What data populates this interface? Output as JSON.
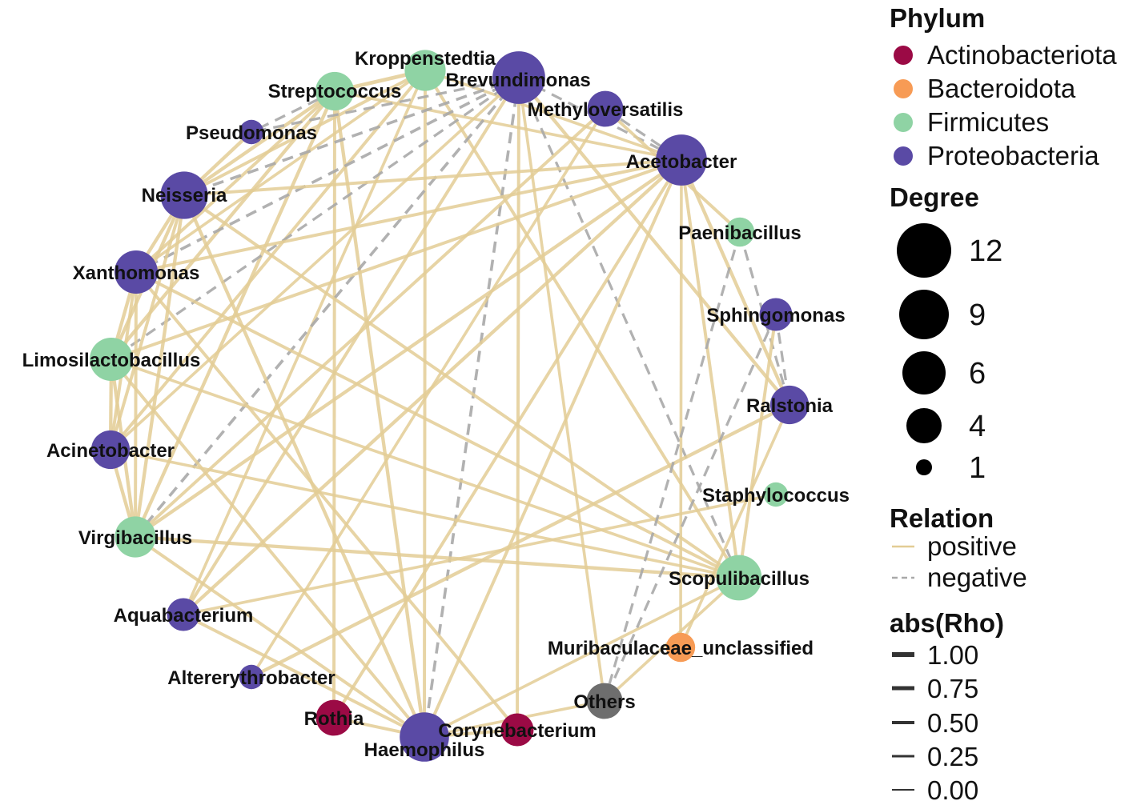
{
  "nodes": [
    {
      "id": "Kroppenstedtia",
      "label": "Kroppenstedtia",
      "phylum": "Firmicutes",
      "degree": 6
    },
    {
      "id": "Brevundimonas",
      "label": "Brevundimonas",
      "phylum": "Proteobacteria",
      "degree": 12
    },
    {
      "id": "Streptococcus",
      "label": "Streptococcus",
      "phylum": "Firmicutes",
      "degree": 5
    },
    {
      "id": "Methyloversatilis",
      "label": "Methyloversatilis",
      "phylum": "Proteobacteria",
      "degree": 4
    },
    {
      "id": "Pseudomonas",
      "label": "Pseudomonas",
      "phylum": "Proteobacteria",
      "degree": 1
    },
    {
      "id": "Acetobacter",
      "label": "Acetobacter",
      "phylum": "Proteobacteria",
      "degree": 11
    },
    {
      "id": "Neisseria",
      "label": "Neisseria",
      "phylum": "Proteobacteria",
      "degree": 9
    },
    {
      "id": "Paenibacillus",
      "label": "Paenibacillus",
      "phylum": "Firmicutes",
      "degree": 2
    },
    {
      "id": "Xanthomonas",
      "label": "Xanthomonas",
      "phylum": "Proteobacteria",
      "degree": 7
    },
    {
      "id": "Sphingomonas",
      "label": "Sphingomonas",
      "phylum": "Proteobacteria",
      "degree": 3
    },
    {
      "id": "Limosilactobacillus",
      "label": "Limosilactobacillus",
      "phylum": "Firmicutes",
      "degree": 7
    },
    {
      "id": "Ralstonia",
      "label": "Ralstonia",
      "phylum": "Proteobacteria",
      "degree": 5
    },
    {
      "id": "Acinetobacter",
      "label": "Acinetobacter",
      "phylum": "Proteobacteria",
      "degree": 5
    },
    {
      "id": "Staphylococcus",
      "label": "Staphylococcus",
      "phylum": "Firmicutes",
      "degree": 1
    },
    {
      "id": "Virgibacillus",
      "label": "Virgibacillus",
      "phylum": "Firmicutes",
      "degree": 6
    },
    {
      "id": "Scopulibacillus",
      "label": "Scopulibacillus",
      "phylum": "Firmicutes",
      "degree": 8
    },
    {
      "id": "Aquabacterium",
      "label": "Aquabacterium",
      "phylum": "Proteobacteria",
      "degree": 3
    },
    {
      "id": "Muribaculaceae_unclassified",
      "label": "Muribaculaceae_unclassified",
      "phylum": "Bacteroidota",
      "degree": 2
    },
    {
      "id": "Altererythrobacter",
      "label": "Altererythrobacter",
      "phylum": "Proteobacteria",
      "degree": 1
    },
    {
      "id": "Others",
      "label": "Others",
      "phylum": "Other",
      "degree": 4
    },
    {
      "id": "Rothia",
      "label": "Rothia",
      "phylum": "Actinobacteriota",
      "degree": 4
    },
    {
      "id": "Corynebacterium",
      "label": "Corynebacterium",
      "phylum": "Actinobacteriota",
      "degree": 3
    },
    {
      "id": "Haemophilus",
      "label": "Haemophilus",
      "phylum": "Proteobacteria",
      "degree": 10
    }
  ],
  "edges": [
    {
      "source": "Streptococcus",
      "target": "Kroppenstedtia",
      "relation": "positive",
      "rho": 0.9
    },
    {
      "source": "Streptococcus",
      "target": "Neisseria",
      "relation": "positive",
      "rho": 0.8
    },
    {
      "source": "Streptococcus",
      "target": "Xanthomonas",
      "relation": "positive",
      "rho": 0.7
    },
    {
      "source": "Streptococcus",
      "target": "Limosilactobacillus",
      "relation": "positive",
      "rho": 0.8
    },
    {
      "source": "Streptococcus",
      "target": "Virgibacillus",
      "relation": "positive",
      "rho": 0.8
    },
    {
      "source": "Streptococcus",
      "target": "Rothia",
      "relation": "positive",
      "rho": 0.7
    },
    {
      "source": "Streptococcus",
      "target": "Haemophilus",
      "relation": "positive",
      "rho": 0.8
    },
    {
      "source": "Streptococcus",
      "target": "Acetobacter",
      "relation": "positive",
      "rho": 0.6
    },
    {
      "source": "Streptococcus",
      "target": "Pseudomonas",
      "relation": "negative",
      "rho": 0.5
    },
    {
      "source": "Kroppenstedtia",
      "target": "Haemophilus",
      "relation": "positive",
      "rho": 0.7
    },
    {
      "source": "Kroppenstedtia",
      "target": "Neisseria",
      "relation": "positive",
      "rho": 0.7
    },
    {
      "source": "Kroppenstedtia",
      "target": "Xanthomonas",
      "relation": "positive",
      "rho": 0.6
    },
    {
      "source": "Kroppenstedtia",
      "target": "Acinetobacter",
      "relation": "positive",
      "rho": 0.7
    },
    {
      "source": "Kroppenstedtia",
      "target": "Acetobacter",
      "relation": "positive",
      "rho": 0.6
    },
    {
      "source": "Kroppenstedtia",
      "target": "Scopulibacillus",
      "relation": "positive",
      "rho": 0.7
    },
    {
      "source": "Kroppenstedtia",
      "target": "Aquabacterium",
      "relation": "positive",
      "rho": 0.6
    },
    {
      "source": "Brevundimonas",
      "target": "Neisseria",
      "relation": "negative",
      "rho": 0.6
    },
    {
      "source": "Brevundimonas",
      "target": "Xanthomonas",
      "relation": "negative",
      "rho": 0.6
    },
    {
      "source": "Brevundimonas",
      "target": "Virgibacillus",
      "relation": "negative",
      "rho": 0.6
    },
    {
      "source": "Brevundimonas",
      "target": "Haemophilus",
      "relation": "negative",
      "rho": 0.6
    },
    {
      "source": "Brevundimonas",
      "target": "Pseudomonas",
      "relation": "negative",
      "rho": 0.5
    },
    {
      "source": "Brevundimonas",
      "target": "Scopulibacillus",
      "relation": "negative",
      "rho": 0.5
    },
    {
      "source": "Brevundimonas",
      "target": "Acetobacter",
      "relation": "negative",
      "rho": 0.5
    },
    {
      "source": "Brevundimonas",
      "target": "Limosilactobacillus",
      "relation": "negative",
      "rho": 0.5
    },
    {
      "source": "Brevundimonas",
      "target": "Ralstonia",
      "relation": "positive",
      "rho": 0.8
    },
    {
      "source": "Brevundimonas",
      "target": "Others",
      "relation": "positive",
      "rho": 0.6
    },
    {
      "source": "Brevundimonas",
      "target": "Corynebacterium",
      "relation": "positive",
      "rho": 0.7
    },
    {
      "source": "Brevundimonas",
      "target": "Aquabacterium",
      "relation": "positive",
      "rho": 0.7
    },
    {
      "source": "Brevundimonas",
      "target": "Acinetobacter",
      "relation": "positive",
      "rho": 0.6
    },
    {
      "source": "Methyloversatilis",
      "target": "Acetobacter",
      "relation": "negative",
      "rho": 0.5
    },
    {
      "source": "Methyloversatilis",
      "target": "Altererythrobacter",
      "relation": "positive",
      "rho": 0.6
    },
    {
      "source": "Methyloversatilis",
      "target": "Virgibacillus",
      "relation": "positive",
      "rho": 0.7
    },
    {
      "source": "Methyloversatilis",
      "target": "Paenibacillus",
      "relation": "positive",
      "rho": 0.7
    },
    {
      "source": "Pseudomonas",
      "target": "Neisseria",
      "relation": "positive",
      "rho": 0.8
    },
    {
      "source": "Acetobacter",
      "target": "Neisseria",
      "relation": "positive",
      "rho": 0.7
    },
    {
      "source": "Acetobacter",
      "target": "Xanthomonas",
      "relation": "positive",
      "rho": 0.7
    },
    {
      "source": "Acetobacter",
      "target": "Limosilactobacillus",
      "relation": "positive",
      "rho": 0.7
    },
    {
      "source": "Acetobacter",
      "target": "Virgibacillus",
      "relation": "positive",
      "rho": 0.8
    },
    {
      "source": "Acetobacter",
      "target": "Aquabacterium",
      "relation": "positive",
      "rho": 0.8
    },
    {
      "source": "Acetobacter",
      "target": "Rothia",
      "relation": "positive",
      "rho": 0.7
    },
    {
      "source": "Acetobacter",
      "target": "Haemophilus",
      "relation": "positive",
      "rho": 0.7
    },
    {
      "source": "Acetobacter",
      "target": "Ralstonia",
      "relation": "positive",
      "rho": 0.8
    },
    {
      "source": "Acetobacter",
      "target": "Muribaculaceae_unclassified",
      "relation": "positive",
      "rho": 0.6
    },
    {
      "source": "Acetobacter",
      "target": "Scopulibacillus",
      "relation": "positive",
      "rho": 0.7
    },
    {
      "source": "Neisseria",
      "target": "Xanthomonas",
      "relation": "positive",
      "rho": 0.8
    },
    {
      "source": "Neisseria",
      "target": "Limosilactobacillus",
      "relation": "positive",
      "rho": 0.8
    },
    {
      "source": "Neisseria",
      "target": "Acinetobacter",
      "relation": "positive",
      "rho": 0.7
    },
    {
      "source": "Neisseria",
      "target": "Virgibacillus",
      "relation": "positive",
      "rho": 0.8
    },
    {
      "source": "Neisseria",
      "target": "Haemophilus",
      "relation": "positive",
      "rho": 0.8
    },
    {
      "source": "Neisseria",
      "target": "Scopulibacillus",
      "relation": "positive",
      "rho": 0.7
    },
    {
      "source": "Xanthomonas",
      "target": "Limosilactobacillus",
      "relation": "positive",
      "rho": 0.8
    },
    {
      "source": "Xanthomonas",
      "target": "Acinetobacter",
      "relation": "positive",
      "rho": 0.7
    },
    {
      "source": "Xanthomonas",
      "target": "Virgibacillus",
      "relation": "positive",
      "rho": 0.7
    },
    {
      "source": "Xanthomonas",
      "target": "Corynebacterium",
      "relation": "positive",
      "rho": 0.7
    },
    {
      "source": "Xanthomonas",
      "target": "Scopulibacillus",
      "relation": "positive",
      "rho": 0.7
    },
    {
      "source": "Limosilactobacillus",
      "target": "Acinetobacter",
      "relation": "positive",
      "rho": 0.8
    },
    {
      "source": "Limosilactobacillus",
      "target": "Virgibacillus",
      "relation": "positive",
      "rho": 0.8
    },
    {
      "source": "Limosilactobacillus",
      "target": "Haemophilus",
      "relation": "positive",
      "rho": 0.7
    },
    {
      "source": "Limosilactobacillus",
      "target": "Scopulibacillus",
      "relation": "positive",
      "rho": 0.6
    },
    {
      "source": "Acinetobacter",
      "target": "Virgibacillus",
      "relation": "positive",
      "rho": 0.8
    },
    {
      "source": "Acinetobacter",
      "target": "Scopulibacillus",
      "relation": "positive",
      "rho": 0.6
    },
    {
      "source": "Virgibacillus",
      "target": "Scopulibacillus",
      "relation": "positive",
      "rho": 0.8
    },
    {
      "source": "Virgibacillus",
      "target": "Haemophilus",
      "relation": "positive",
      "rho": 0.7
    },
    {
      "source": "Aquabacterium",
      "target": "Haemophilus",
      "relation": "positive",
      "rho": 0.7
    },
    {
      "source": "Aquabacterium",
      "target": "Staphylococcus",
      "relation": "positive",
      "rho": 0.6
    },
    {
      "source": "Altererythrobacter",
      "target": "Ralstonia",
      "relation": "positive",
      "rho": 0.8
    },
    {
      "source": "Rothia",
      "target": "Haemophilus",
      "relation": "positive",
      "rho": 0.7
    },
    {
      "source": "Haemophilus",
      "target": "Corynebacterium",
      "relation": "positive",
      "rho": 0.7
    },
    {
      "source": "Haemophilus",
      "target": "Others",
      "relation": "positive",
      "rho": 0.6
    },
    {
      "source": "Haemophilus",
      "target": "Scopulibacillus",
      "relation": "positive",
      "rho": 0.6
    },
    {
      "source": "Sphingomonas",
      "target": "Ralstonia",
      "relation": "negative",
      "rho": 0.5
    },
    {
      "source": "Paenibacillus",
      "target": "Ralstonia",
      "relation": "negative",
      "rho": 0.5
    },
    {
      "source": "Paenibacillus",
      "target": "Others",
      "relation": "negative",
      "rho": 0.5
    },
    {
      "source": "Sphingomonas",
      "target": "Others",
      "relation": "negative",
      "rho": 0.5
    },
    {
      "source": "Scopulibacillus",
      "target": "Sphingomonas",
      "relation": "positive",
      "rho": 0.7
    },
    {
      "source": "Scopulibacillus",
      "target": "Others",
      "relation": "positive",
      "rho": 0.6
    },
    {
      "source": "Ralstonia",
      "target": "Muribaculaceae_unclassified",
      "relation": "positive",
      "rho": 0.6
    }
  ],
  "legend": {
    "phylum": {
      "title": "Phylum",
      "items": [
        {
          "label": "Actinobacteriota",
          "color": "#9b0a45"
        },
        {
          "label": "Bacteroidota",
          "color": "#f79b55"
        },
        {
          "label": "Firmicutes",
          "color": "#8fd3a4"
        },
        {
          "label": "Proteobacteria",
          "color": "#5a4aa5"
        }
      ]
    },
    "degree": {
      "title": "Degree",
      "items": [
        {
          "label": "12",
          "value": 12
        },
        {
          "label": "9",
          "value": 9
        },
        {
          "label": "6",
          "value": 6
        },
        {
          "label": "4",
          "value": 4
        },
        {
          "label": "1",
          "value": 1
        }
      ]
    },
    "relation": {
      "title": "Relation",
      "items": [
        {
          "label": "positive",
          "style": "solid",
          "color": "#e3cd95"
        },
        {
          "label": "negative",
          "style": "dashed",
          "color": "#a9a9a9"
        }
      ]
    },
    "rho": {
      "title": "abs(Rho)",
      "items": [
        {
          "label": "1.00",
          "value": 1.0
        },
        {
          "label": "0.75",
          "value": 0.75
        },
        {
          "label": "0.50",
          "value": 0.5
        },
        {
          "label": "0.25",
          "value": 0.25
        },
        {
          "label": "0.00",
          "value": 0.0
        }
      ]
    }
  },
  "colors": {
    "Actinobacteriota": "#9b0a45",
    "Bacteroidota": "#f79b55",
    "Firmicutes": "#8fd3a4",
    "Proteobacteria": "#5a4aa5",
    "Other": "#6e6e6e",
    "positive": "#e3cd95",
    "negative": "#a9a9a9",
    "legend_line": "#333333"
  }
}
